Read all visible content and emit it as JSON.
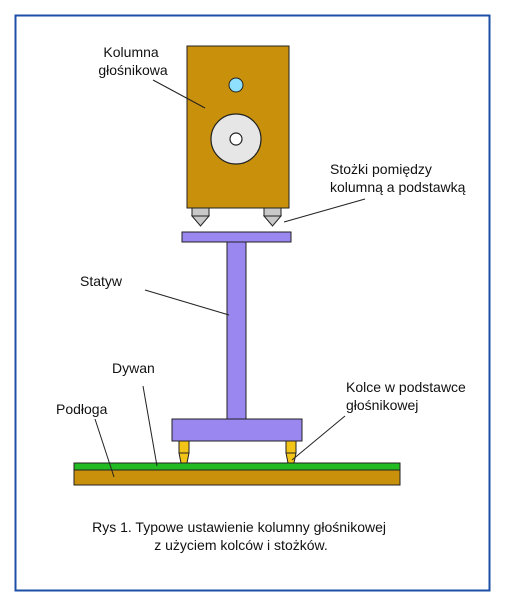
{
  "labels": {
    "speaker": [
      "Kolumna",
      "głośnikowa"
    ],
    "cones": [
      "Stożki pomiędzy",
      "kolumną a podstawką"
    ],
    "stand": "Statyw",
    "spikes": [
      "Kolce w podstawce",
      "głośnikowej"
    ],
    "carpet": "Dywan",
    "floor": "Podłoga"
  },
  "caption": [
    "Rys 1. Typowe ustawienie kolumny głośnikowej",
    "z użyciem kolców i stożków."
  ],
  "colors": {
    "frame": "#1c4fa6",
    "speaker": "#c8900b",
    "stand": "#9b87f0",
    "carpet": "#22bb22",
    "floor": "#c8900b",
    "tweeter": "#8fe0ff",
    "woofer": "#e6e6e6",
    "spike": "#f2c417",
    "cone": "#c8c8c8"
  }
}
